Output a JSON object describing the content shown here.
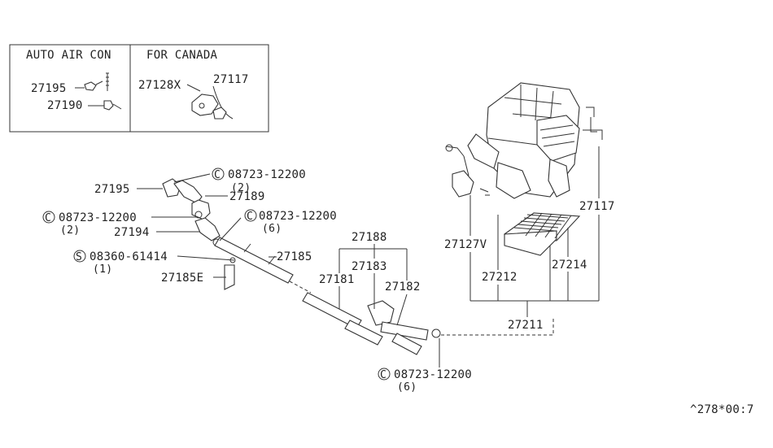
{
  "inset": {
    "auto_air_con": {
      "title": "AUTO AIR CON",
      "parts": [
        "27195",
        "27190"
      ]
    },
    "for_canada": {
      "title": "FOR CANADA",
      "parts": [
        "27128X",
        "27117"
      ]
    }
  },
  "callouts": {
    "p27195": "27195",
    "c1_code": "08723-12200",
    "c1_qty": "(2)",
    "p27189": "27189",
    "c2_code": "08723-12200",
    "c2_qty": "(2)",
    "c3_code": "08723-12200",
    "c3_qty": "(6)",
    "p27194": "27194",
    "s1_code": "08360-61414",
    "s1_qty": "(1)",
    "p27185": "27185",
    "p27185E": "27185E",
    "p27188": "27188",
    "p27183": "27183",
    "p27181": "27181",
    "p27182": "27182",
    "c4_code": "08723-12200",
    "c4_qty": "(6)",
    "p27127V": "27127V",
    "p27117": "27117",
    "p27212": "27212",
    "p27214": "27214",
    "p27211": "27211",
    "clip_symbol": "C",
    "screw_symbol": "S"
  },
  "footer": {
    "ref": "^278*00:7"
  }
}
